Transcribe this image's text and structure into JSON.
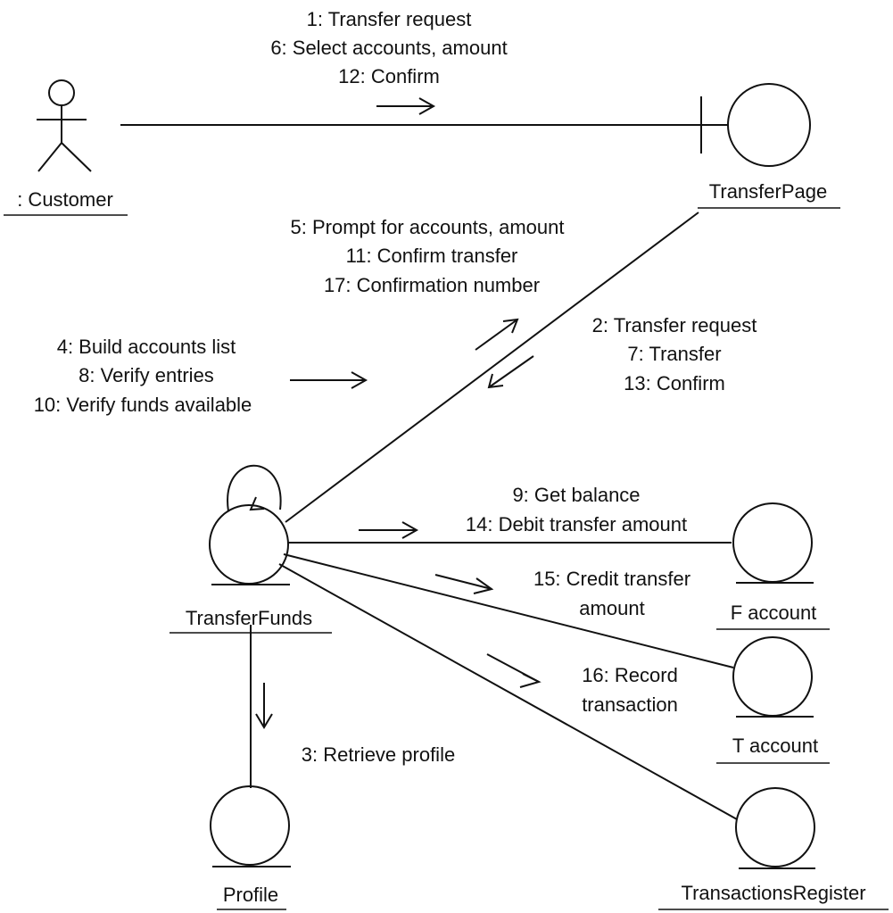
{
  "objects": {
    "customer": ": Customer",
    "transfer_page": "TransferPage",
    "transfer_funds": "TransferFunds",
    "profile": "Profile",
    "f_account": "F account",
    "t_account": "T account",
    "transactions_register": "TransactionsRegister"
  },
  "messages": {
    "customer_to_page": [
      "1: Transfer request",
      "6: Select accounts, amount",
      "12: Confirm"
    ],
    "page_to_customer": [
      "5: Prompt for accounts, amount",
      "11: Confirm transfer",
      "17: Confirmation number"
    ],
    "page_to_funds": [
      "2: Transfer request",
      "7: Transfer",
      "13: Confirm"
    ],
    "funds_self": [
      "4: Build accounts list",
      "8: Verify entries",
      "10: Verify funds available"
    ],
    "funds_to_f_account": [
      "9: Get balance",
      "14: Debit transfer amount"
    ],
    "funds_to_t_account": [
      "15: Credit transfer",
      "amount"
    ],
    "funds_to_register": [
      "16: Record",
      "transaction"
    ],
    "funds_to_profile": "3: Retrieve profile"
  }
}
